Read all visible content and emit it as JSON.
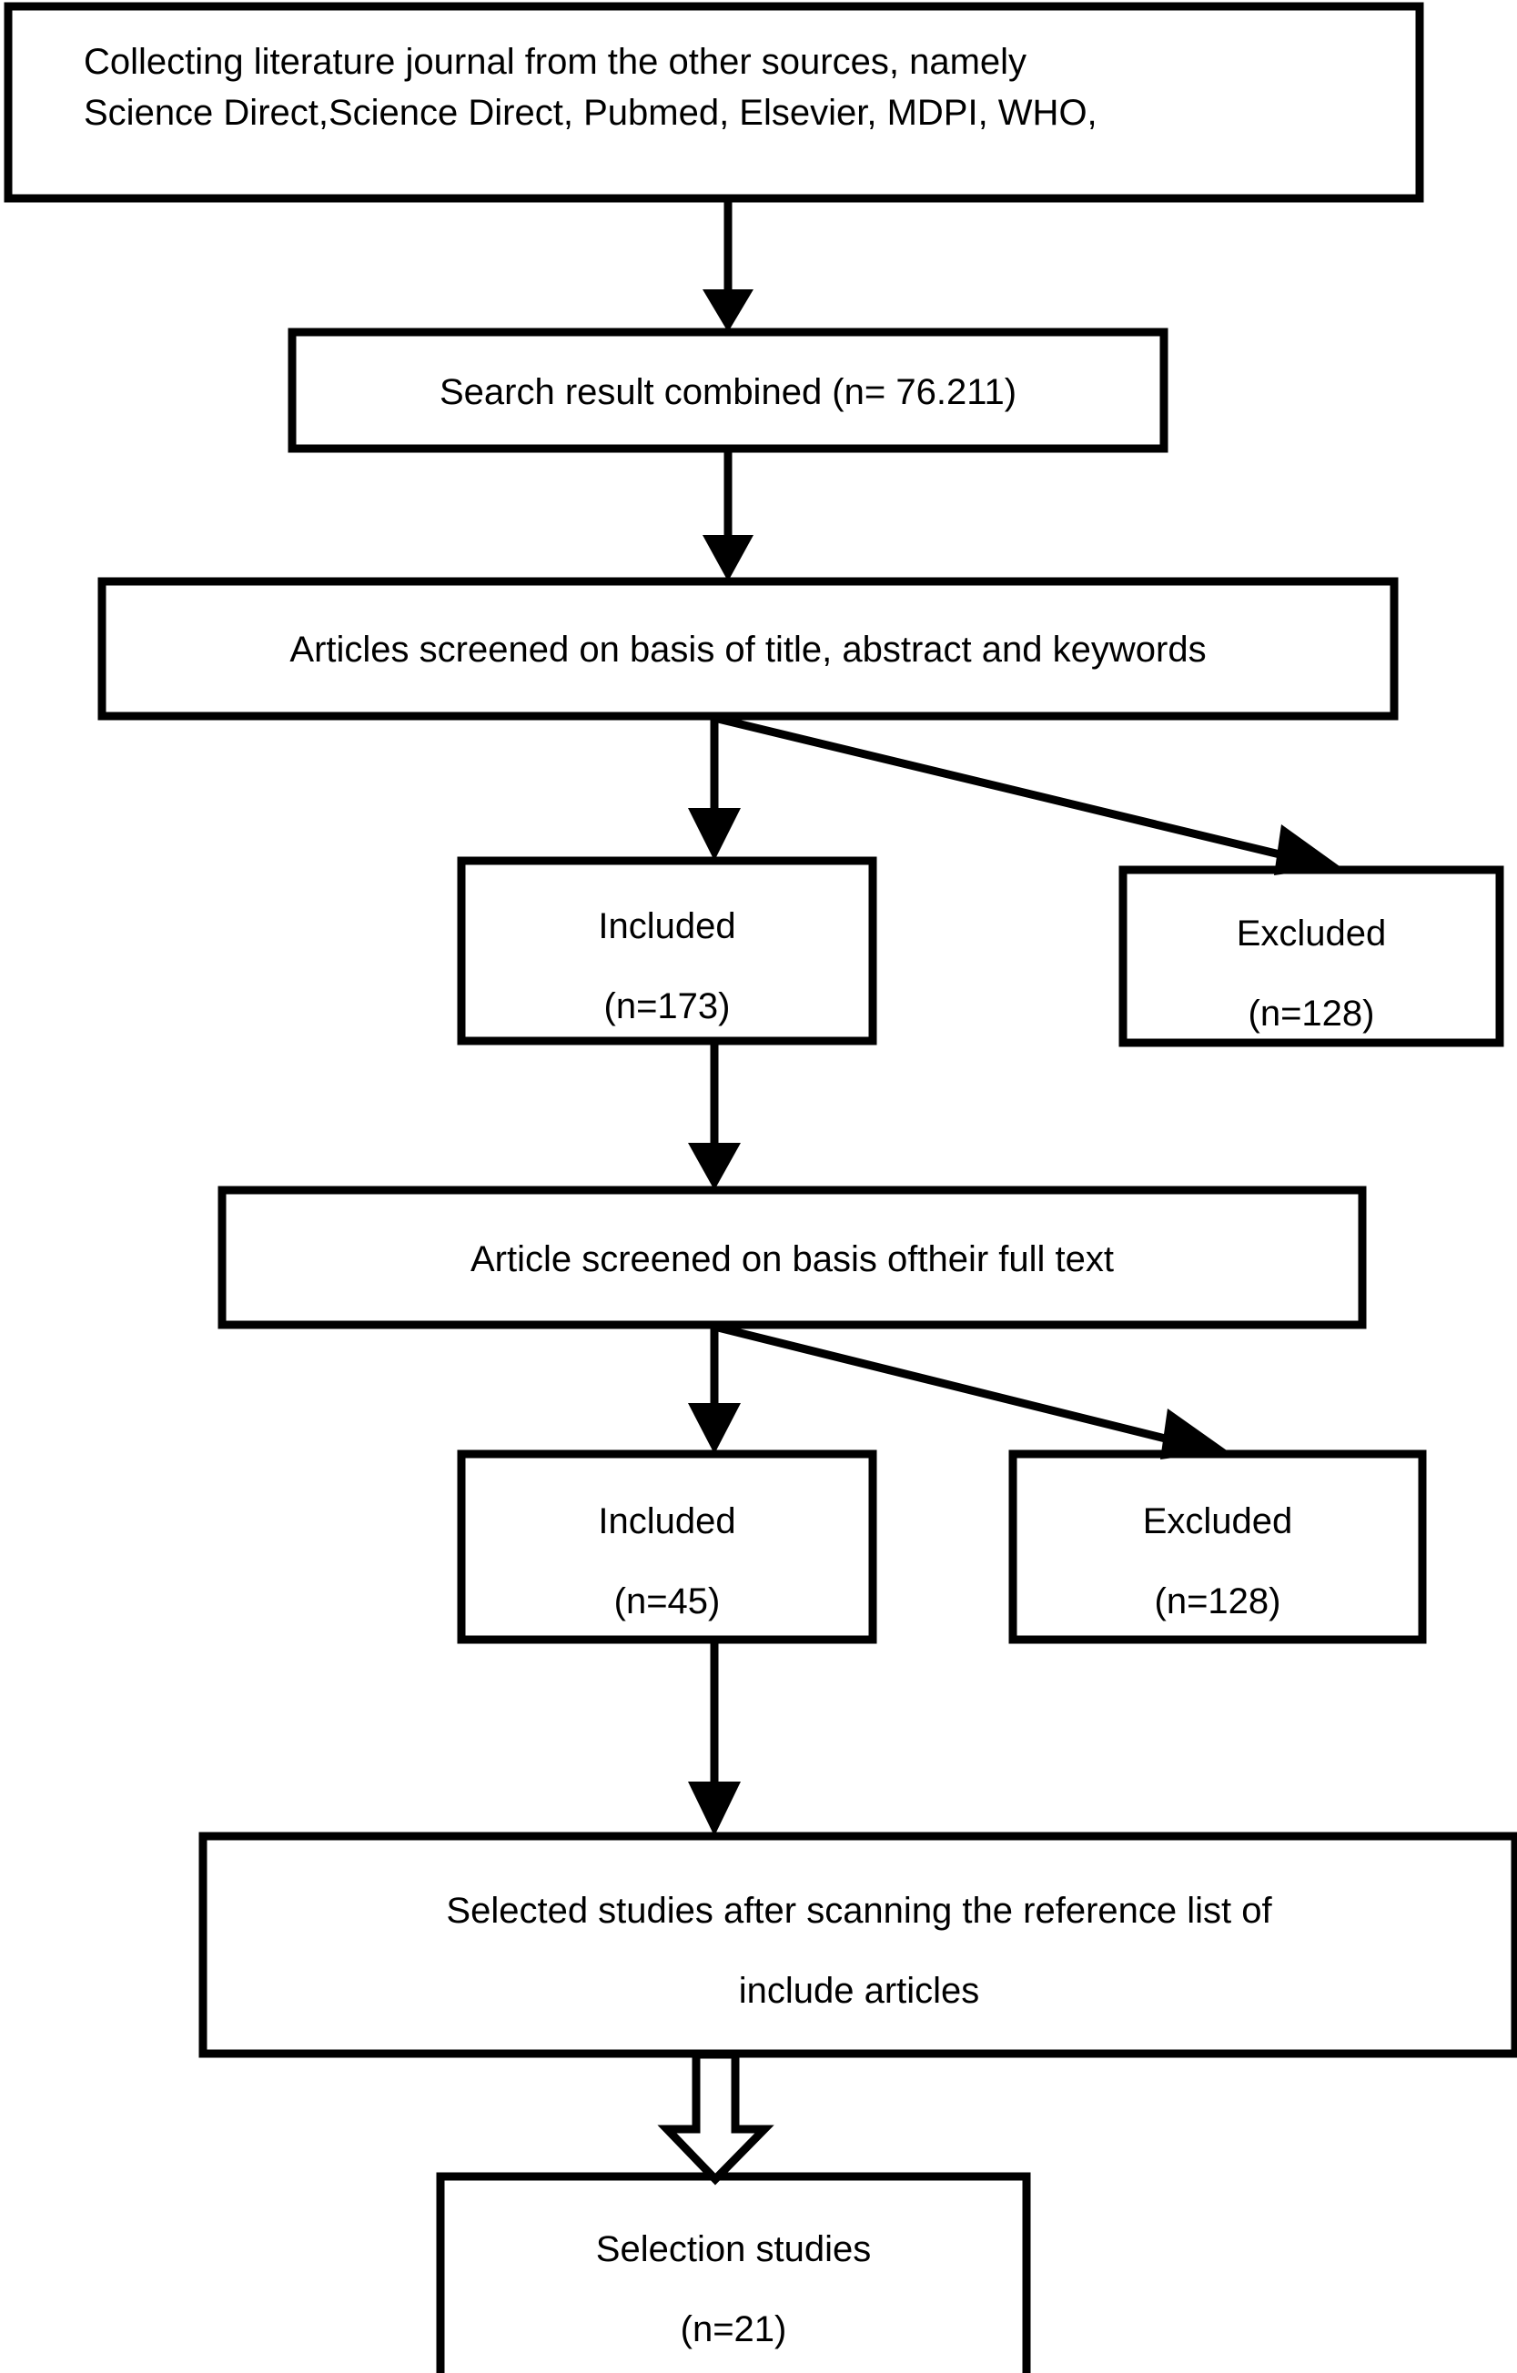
{
  "diagram": {
    "title": "Study selection flow diagram",
    "type": "flowchart",
    "background_color": "#ffffff",
    "line_color": "#000000",
    "box_fill": "#ffffff",
    "nodes": [
      {
        "id": "sources",
        "name": "sources-box",
        "text": "Collecting literature journal from the other sources, namely\nScience Direct,Science Direct, Pubmed, Elsevier, MDPI, WHO,",
        "align": "left"
      },
      {
        "id": "combined",
        "name": "search-result-combined-box",
        "text": "Search result combined (n= 76.211)",
        "align": "center"
      },
      {
        "id": "screened_title",
        "name": "screened-title-abstract-keywords-box",
        "text": "Articles screened on basis of title, abstract and keywords",
        "align": "center"
      },
      {
        "id": "included_1",
        "name": "included-173-box",
        "text": "Included\n(n=173)",
        "align": "center"
      },
      {
        "id": "excluded_1",
        "name": "excluded-128-first-box",
        "text": "Excluded\n(n=128)",
        "align": "center"
      },
      {
        "id": "screened_full",
        "name": "screened-full-text-box",
        "text": "Article screened on basis oftheir full text",
        "align": "center"
      },
      {
        "id": "included_2",
        "name": "included-45-box",
        "text": "Included\n(n=45)",
        "align": "center"
      },
      {
        "id": "excluded_2",
        "name": "excluded-128-second-box",
        "text": "Excluded\n(n=128)",
        "align": "center"
      },
      {
        "id": "selected",
        "name": "selected-studies-reference-list-box",
        "text": "Selected studies after scanning the reference list of\ninclude articles",
        "align": "center"
      },
      {
        "id": "selection",
        "name": "selection-studies-box",
        "text": "Selection studies\n(n=21)",
        "align": "center"
      }
    ],
    "edges": [
      {
        "name": "edge-sources-to-combined",
        "from": "sources",
        "to": "combined",
        "style": "solid-arrow"
      },
      {
        "name": "edge-combined-to-screened-title",
        "from": "combined",
        "to": "screened_title",
        "style": "solid-arrow"
      },
      {
        "name": "edge-screened-title-to-included-1",
        "from": "screened_title",
        "to": "included_1",
        "style": "solid-arrow"
      },
      {
        "name": "edge-screened-title-to-excluded-1",
        "from": "screened_title",
        "to": "excluded_1",
        "style": "solid-arrow-diagonal"
      },
      {
        "name": "edge-included-1-to-screened-full",
        "from": "included_1",
        "to": "screened_full",
        "style": "solid-arrow"
      },
      {
        "name": "edge-screened-full-to-included-2",
        "from": "screened_full",
        "to": "included_2",
        "style": "solid-arrow"
      },
      {
        "name": "edge-screened-full-to-excluded-2",
        "from": "screened_full",
        "to": "excluded_2",
        "style": "solid-arrow-diagonal"
      },
      {
        "name": "edge-included-2-to-selected",
        "from": "included_2",
        "to": "selected",
        "style": "solid-arrow"
      },
      {
        "name": "edge-selected-to-selection",
        "from": "selected",
        "to": "selection",
        "style": "hollow-block-arrow"
      }
    ],
    "counts": {
      "search_result_combined": "76.211",
      "included_after_title_screen": "173",
      "excluded_after_title_screen": "128",
      "included_after_fulltext_screen": "45",
      "excluded_after_fulltext_screen": "128",
      "final_selection": "21"
    }
  }
}
